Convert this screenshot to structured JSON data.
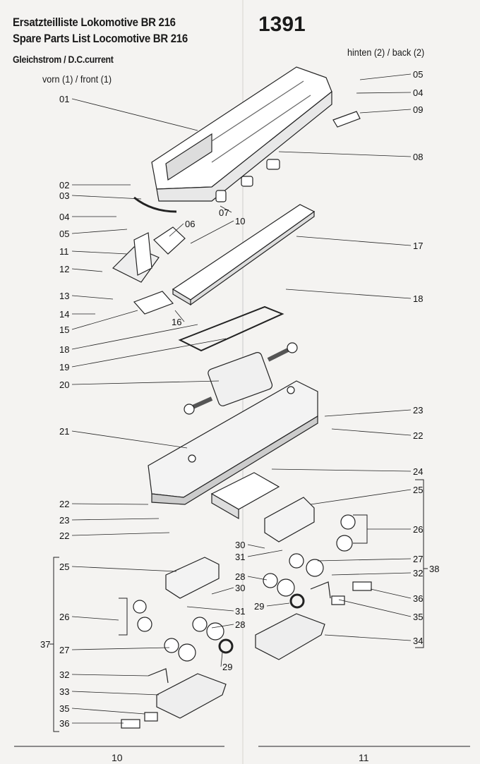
{
  "header": {
    "title_de": "Ersatzteilliste Lokomotive BR 216",
    "title_en": "Spare Parts List Locomotive BR 216",
    "current": "Gleichstrom / D.C.current",
    "article_number": "1391"
  },
  "orientation": {
    "front": "vorn (1) / front (1)",
    "back": "hinten (2) / back (2)"
  },
  "callouts": [
    {
      "label": "01"
    },
    {
      "label": "02"
    },
    {
      "label": "03"
    },
    {
      "label": "04"
    },
    {
      "label": "05"
    },
    {
      "label": "06"
    },
    {
      "label": "07"
    },
    {
      "label": "10"
    },
    {
      "label": "11"
    },
    {
      "label": "12"
    },
    {
      "label": "13"
    },
    {
      "label": "14"
    },
    {
      "label": "15"
    },
    {
      "label": "16"
    },
    {
      "label": "18"
    },
    {
      "label": "19"
    },
    {
      "label": "20"
    },
    {
      "label": "21"
    },
    {
      "label": "22"
    },
    {
      "label": "23"
    },
    {
      "label": "22"
    },
    {
      "label": "05"
    },
    {
      "label": "04"
    },
    {
      "label": "09"
    },
    {
      "label": "08"
    },
    {
      "label": "17"
    },
    {
      "label": "18"
    },
    {
      "label": "23"
    },
    {
      "label": "22"
    },
    {
      "label": "24"
    },
    {
      "label": "25"
    },
    {
      "label": "26"
    },
    {
      "label": "27"
    },
    {
      "label": "32"
    },
    {
      "label": "38"
    },
    {
      "label": "36"
    },
    {
      "label": "35"
    },
    {
      "label": "34"
    },
    {
      "label": "30"
    },
    {
      "label": "31"
    },
    {
      "label": "28"
    },
    {
      "label": "30"
    },
    {
      "label": "31"
    },
    {
      "label": "28"
    },
    {
      "label": "29"
    },
    {
      "label": "29"
    },
    {
      "label": "25"
    },
    {
      "label": "26"
    },
    {
      "label": "37"
    },
    {
      "label": "27"
    },
    {
      "label": "32"
    },
    {
      "label": "33"
    },
    {
      "label": "35"
    },
    {
      "label": "36"
    }
  ],
  "pages": {
    "left": "10",
    "right": "11"
  }
}
